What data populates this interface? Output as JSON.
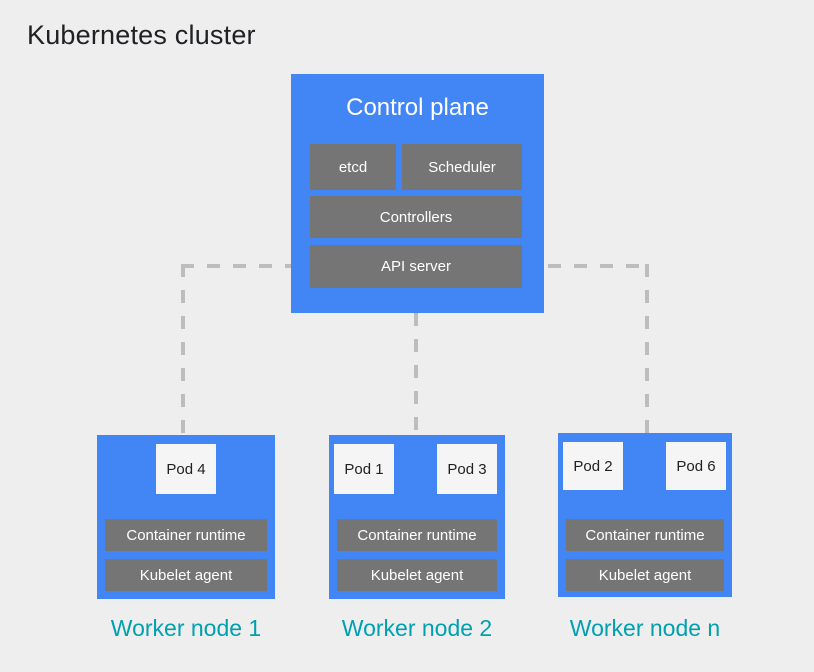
{
  "diagram": {
    "title": "Kubernetes cluster",
    "colors": {
      "background": "#eeeeee",
      "node_blue": "#4285f4",
      "component_gray": "#757575",
      "pod_white": "#f5f5f5",
      "label_teal": "#00a0b0",
      "connector_gray": "#bdbdbd",
      "title_text": "#202124"
    }
  },
  "control_plane": {
    "title": "Control plane",
    "components": [
      {
        "label": "etcd"
      },
      {
        "label": "Scheduler"
      },
      {
        "label": "Controllers"
      },
      {
        "label": "API server"
      }
    ]
  },
  "worker_nodes": [
    {
      "label": "Worker node 1",
      "pods": [
        {
          "label": "Pod 4"
        }
      ],
      "runtime": "Container runtime",
      "kubelet": "Kubelet agent"
    },
    {
      "label": "Worker node 2",
      "pods": [
        {
          "label": "Pod 1"
        },
        {
          "label": "Pod 3"
        }
      ],
      "runtime": "Container runtime",
      "kubelet": "Kubelet agent"
    },
    {
      "label": "Worker node n",
      "pods": [
        {
          "label": "Pod 2"
        },
        {
          "label": "Pod 6"
        }
      ],
      "runtime": "Container runtime",
      "kubelet": "Kubelet agent"
    }
  ],
  "connectors": [
    {
      "name": "api-server-to-worker-node-1",
      "style": "dashed"
    },
    {
      "name": "api-server-to-worker-node-2",
      "style": "dashed"
    },
    {
      "name": "api-server-to-worker-node-n",
      "style": "dashed"
    }
  ]
}
